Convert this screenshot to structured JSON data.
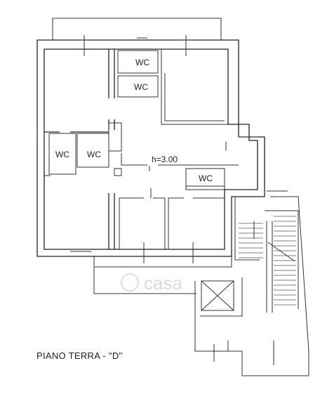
{
  "plan": {
    "title": "PIANO TERRA - \"D\"",
    "height_label": "h=3.00",
    "wc_labels": [
      "WC",
      "WC",
      "WC",
      "WC",
      "WC"
    ],
    "watermark": "casa"
  }
}
